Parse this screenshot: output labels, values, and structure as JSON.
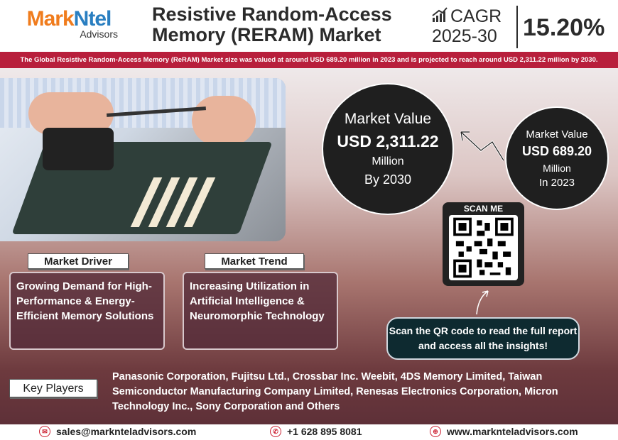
{
  "header": {
    "logo_main_1": "Mark",
    "logo_main_2": "Ntel",
    "logo_sub": "Advisors",
    "title_line1": "Resistive Random-Access",
    "title_line2": "Memory (RERAM) Market",
    "cagr_label": "CAGR",
    "cagr_period": "2025-30",
    "cagr_value": "15.20%"
  },
  "banner": "The Global Resistive Random-Access Memory (ReRAM) Market size was valued at around USD 689.20 million in 2023 and is projected to reach around USD 2,311.22 million by 2030.",
  "forecast": {
    "label": "Market Value",
    "value": "USD 2,311.22",
    "unit": "Million",
    "year": "By 2030"
  },
  "current": {
    "label": "Market Value",
    "value": "USD 689.20",
    "unit": "Million",
    "year": "In 2023"
  },
  "qr": {
    "label": "SCAN ME",
    "message": "Scan the QR code to read the full report and access all the insights!"
  },
  "driver": {
    "label": "Market Driver",
    "text": "Growing Demand for High-Performance & Energy-Efficient Memory Solutions"
  },
  "trend": {
    "label": "Market Trend",
    "text": "Increasing Utilization in Artificial Intelligence & Neuromorphic Technology"
  },
  "key_players": {
    "label": "Key Players",
    "text": "Panasonic Corporation, Fujitsu Ltd., Crossbar Inc. Weebit, 4DS Memory Limited, Taiwan Semiconductor Manufacturing Company Limited, Renesas Electronics Corporation, Micron Technology Inc., Sony Corporation and Others"
  },
  "footer": {
    "email": "sales@marknteladvisors.com",
    "phone": "+1 628 895 8081",
    "website": "www.marknteladvisors.com"
  },
  "colors": {
    "banner": "#b81f3c",
    "logo_orange": "#f07c1d",
    "logo_blue": "#2a7fc1"
  }
}
